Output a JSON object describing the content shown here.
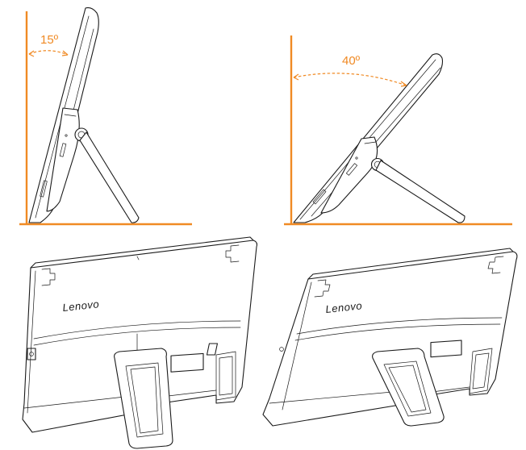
{
  "angles": {
    "left_label": "15º",
    "right_label": "40º"
  },
  "branding": {
    "logo_left": "Lenovo",
    "logo_right": "Lenovo"
  },
  "colors": {
    "angle_accent": "#f08a24",
    "line_art": "#1a1a1a"
  }
}
